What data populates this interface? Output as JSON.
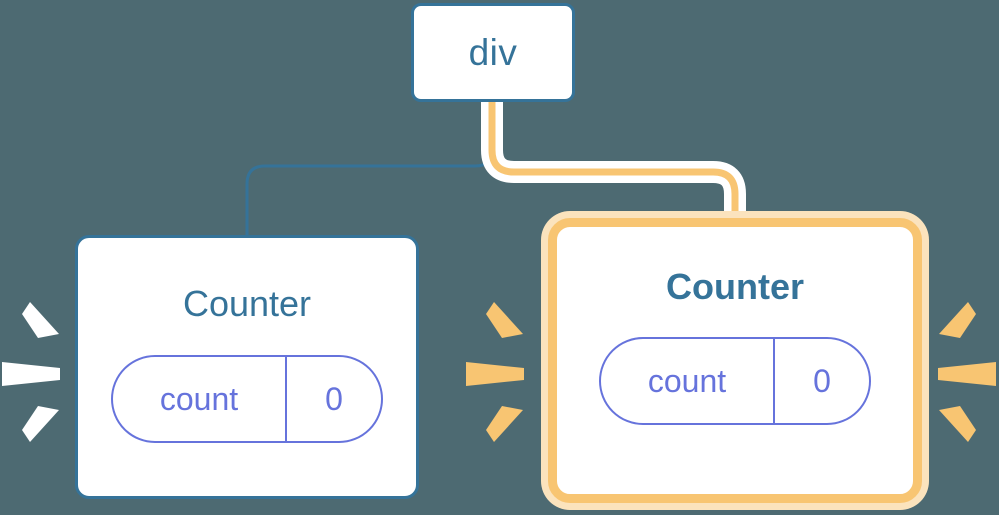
{
  "diagram": {
    "type": "component-tree",
    "background_color": "#4d6a72",
    "root": {
      "label": "div",
      "text_color": "#357399",
      "border_color": "#357399",
      "fill_color": "#ffffff"
    },
    "children": [
      {
        "id": "counter-left",
        "title": "Counter",
        "highlighted": false,
        "border_color": "#357399",
        "title_color": "#357399",
        "title_weight": "regular",
        "state": {
          "key": "count",
          "value": "0",
          "color": "#6673dc"
        },
        "burst_color": "#ffffff",
        "connector_color": "#357399"
      },
      {
        "id": "counter-right",
        "title": "Counter",
        "highlighted": true,
        "border_color": "#f8c572",
        "glow_color": "#fbe3bd",
        "title_color": "#357399",
        "title_weight": "bold",
        "state": {
          "key": "count",
          "value": "0",
          "color": "#6673dc"
        },
        "burst_color": "#f8c572",
        "connector_color": "#f8c572"
      }
    ],
    "connectors": [
      {
        "from": "div",
        "to": "counter-left",
        "color": "#357399",
        "style": "thin-elbow"
      },
      {
        "from": "div",
        "to": "counter-right",
        "color": "#f8c572",
        "style": "thick-elbow-with-halo"
      }
    ]
  }
}
